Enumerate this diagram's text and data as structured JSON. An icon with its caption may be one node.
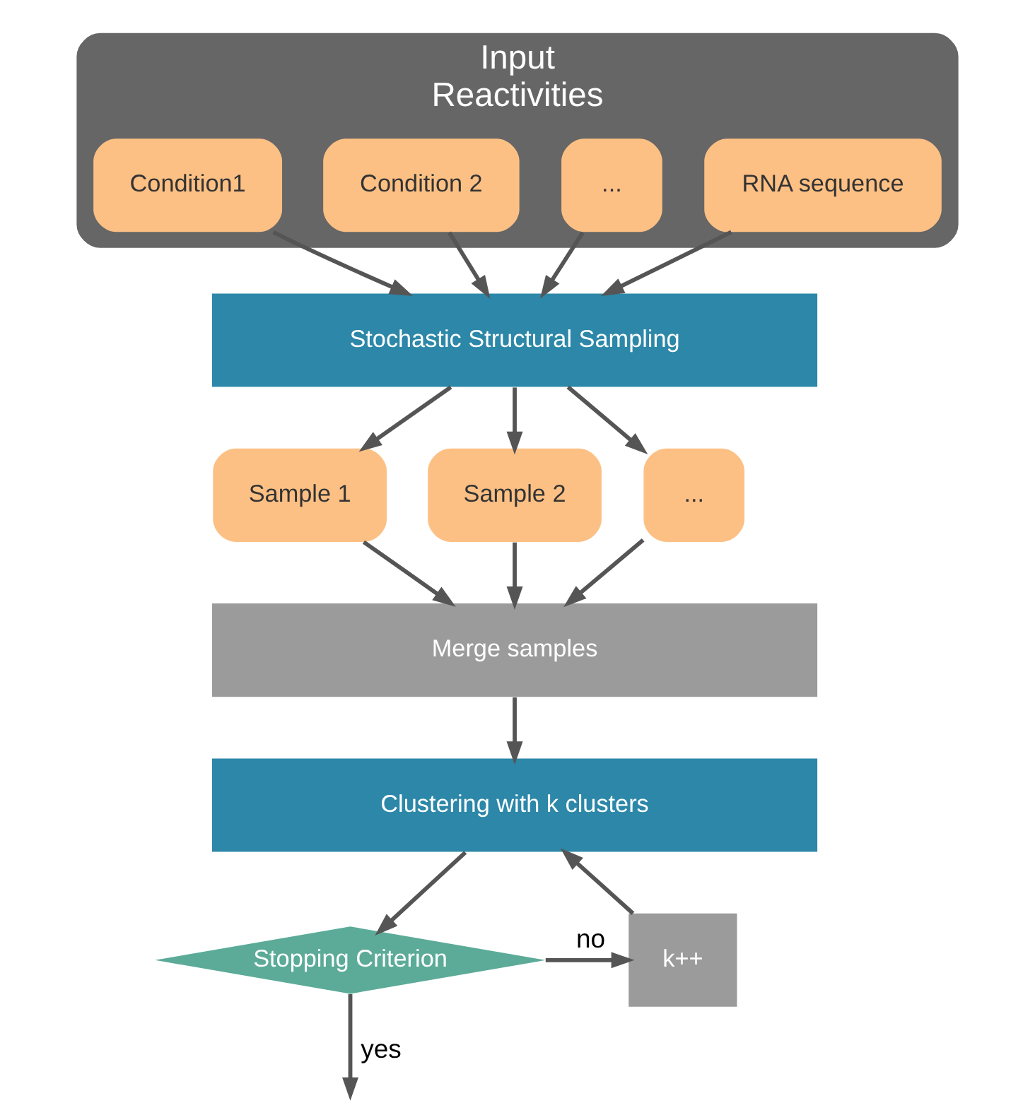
{
  "diagram": {
    "nodes": [
      {
        "text": [
          "Input",
          "Reactivities"
        ]
      },
      {
        "text": [
          "Condition1"
        ],
        "in": 0
      },
      {
        "text": [
          "Condition 2"
        ],
        "in": 0
      },
      {
        "text": [
          "..."
        ],
        "in": 0
      },
      {
        "text": [
          "RNA sequence"
        ],
        "in": 0
      },
      {
        "text": [
          "Stochastic Structural Sampling"
        ]
      },
      {
        "text": [
          "Sample 1"
        ]
      },
      {
        "text": [
          "Sample 2"
        ]
      },
      {
        "text": [
          "..."
        ]
      },
      {
        "text": [
          "Merge samples"
        ]
      },
      {
        "text": [
          "Clustering with k clusters"
        ]
      },
      {
        "text": [
          "k++"
        ]
      },
      {
        "text": [
          "Stopping Criterion"
        ]
      }
    ],
    "edges": [
      {
        "from": 1,
        "to": 5,
        "arrow": "to"
      },
      {
        "from": 2,
        "to": 5,
        "arrow": "to"
      },
      {
        "from": 3,
        "to": 5,
        "arrow": "to"
      },
      {
        "from": 4,
        "to": 5,
        "arrow": "to"
      },
      {
        "from": 5,
        "to": 6,
        "arrow": "to"
      },
      {
        "from": 5,
        "to": 7,
        "arrow": "to"
      },
      {
        "from": 5,
        "to": 8,
        "arrow": "to"
      },
      {
        "from": 6,
        "to": 9,
        "arrow": "to"
      },
      {
        "from": 7,
        "to": 9,
        "arrow": "to"
      },
      {
        "from": 8,
        "to": 9,
        "arrow": "to"
      },
      {
        "from": 9,
        "to": 10,
        "arrow": "to"
      },
      {
        "from": 10,
        "to": 12,
        "arrow": "to"
      },
      {
        "from": 12,
        "to": 11,
        "arrow": "to",
        "label": "no"
      },
      {
        "from": 11,
        "to": 10,
        "arrow": "to"
      },
      {
        "from": 12,
        "to": null,
        "arrow": "to",
        "label": "yes"
      }
    ]
  }
}
